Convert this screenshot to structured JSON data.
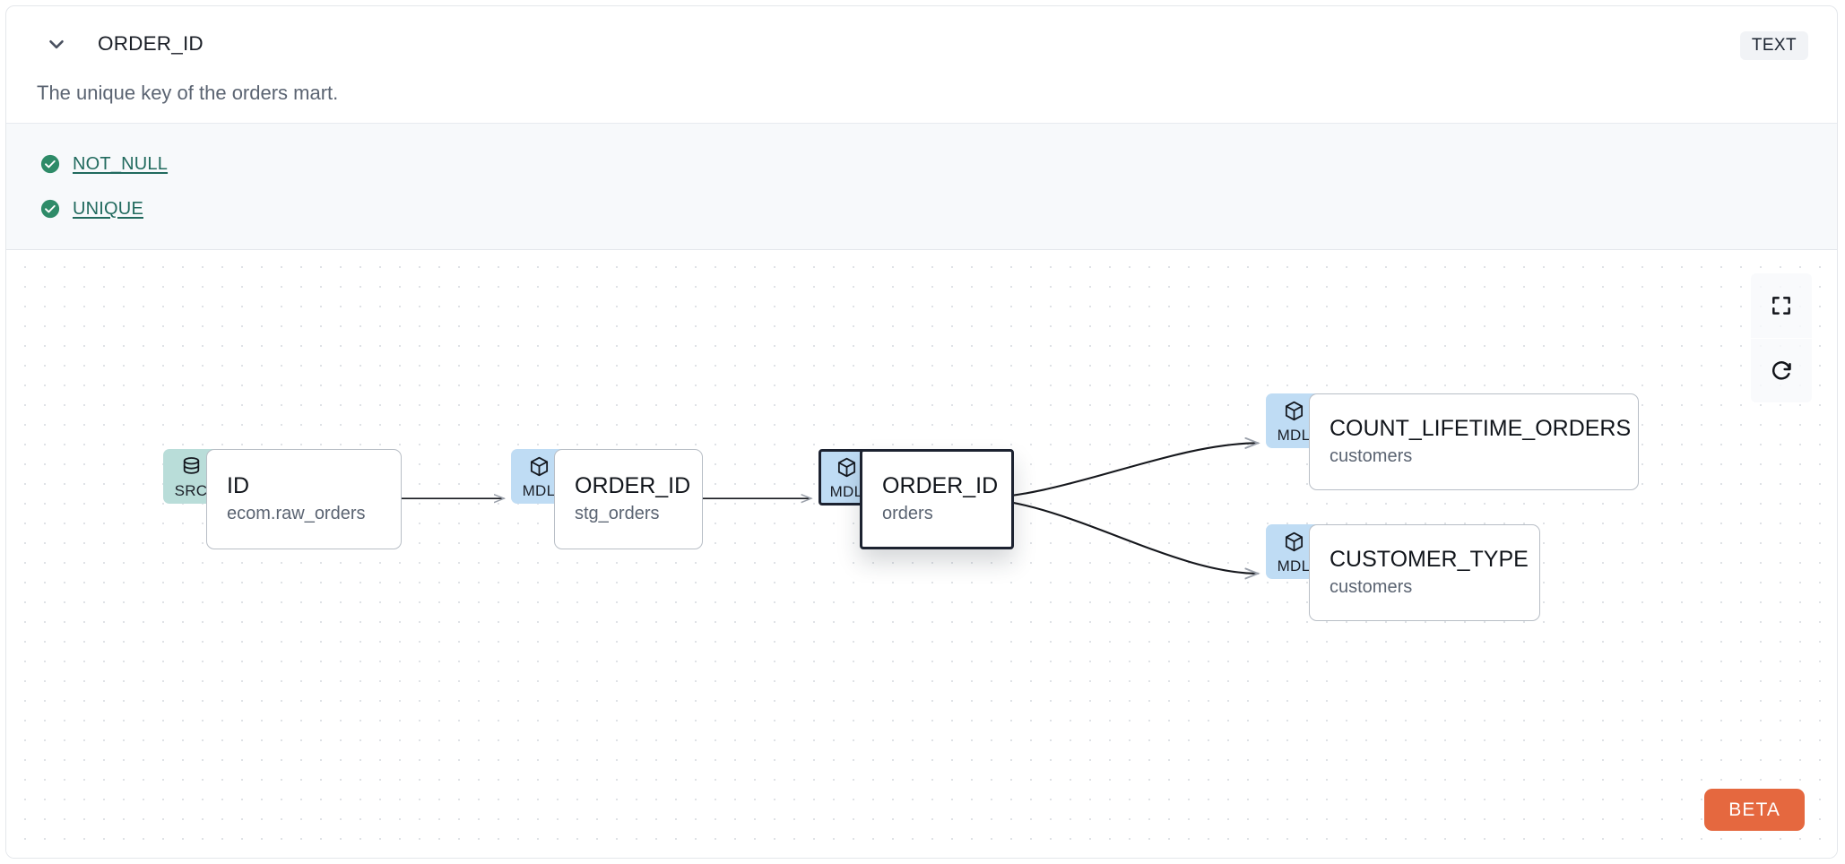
{
  "header": {
    "collapse_icon": "chevron-down-icon",
    "column_name": "ORDER_ID",
    "data_type_badge": "TEXT",
    "description": "The unique key of the orders mart."
  },
  "tests": {
    "items": [
      {
        "status_icon": "check-circle-icon",
        "label": "NOT_NULL",
        "status": "passing"
      },
      {
        "status_icon": "check-circle-icon",
        "label": "UNIQUE",
        "status": "passing"
      }
    ]
  },
  "lineage": {
    "toolbar": [
      {
        "icon": "fit-view-icon",
        "label": "Fit view"
      },
      {
        "icon": "refresh-icon",
        "label": "Refresh"
      }
    ],
    "beta_label": "BETA",
    "nodes": [
      {
        "badge": "SRC",
        "badge_icon": "database-icon",
        "name": "ID",
        "source": "ecom.raw_orders",
        "selected": false
      },
      {
        "badge": "MDL",
        "badge_icon": "cube-icon",
        "name": "ORDER_ID",
        "source": "stg_orders",
        "selected": false
      },
      {
        "badge": "MDL",
        "badge_icon": "cube-icon",
        "name": "ORDER_ID",
        "source": "orders",
        "selected": true
      },
      {
        "badge": "MDL",
        "badge_icon": "cube-icon",
        "name": "COUNT_LIFETIME_ORDERS",
        "source": "customers",
        "selected": false
      },
      {
        "badge": "MDL",
        "badge_icon": "cube-icon",
        "name": "CUSTOMER_TYPE",
        "source": "customers",
        "selected": false
      }
    ]
  },
  "colors": {
    "src_badge": "#b9ddd9",
    "mdl_badge": "#bfdcf4",
    "test_pass": "#2e8b68",
    "test_link": "#216a5e",
    "beta": "#e5683f",
    "selected_border": "#1c2230",
    "band_bg": "#f7f9fb"
  }
}
